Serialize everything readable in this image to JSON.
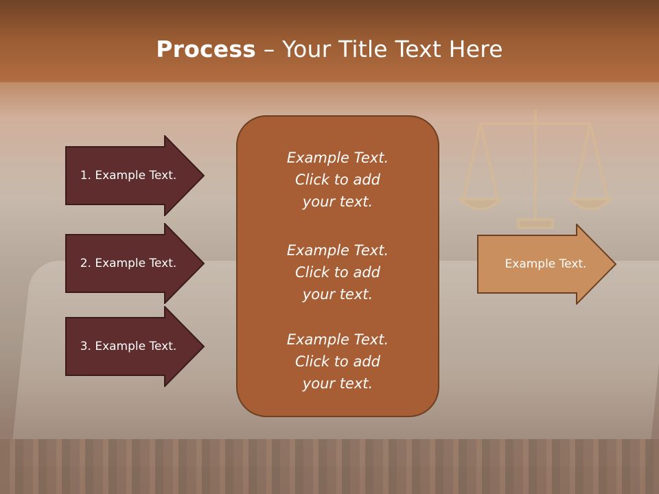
{
  "slide": {
    "title_bold": "Process",
    "title_rest": " – Your Title Text Here",
    "left_arrows": [
      {
        "label": "1. Example Text."
      },
      {
        "label": "2. Example Text."
      },
      {
        "label": "3. Example Text."
      }
    ],
    "center_box": {
      "paragraphs": [
        {
          "lines": [
            "Example Text.",
            "Click  to add",
            "your text."
          ]
        },
        {
          "lines": [
            "Example Text.",
            "Click  to add",
            "your text."
          ]
        },
        {
          "lines": [
            "Example Text.",
            "Click  to add",
            "your text."
          ]
        }
      ]
    },
    "right_arrow": {
      "label": "Example Text."
    }
  },
  "colors": {
    "left_arrow_fill": "#5f2d2d",
    "left_arrow_stroke": "#3a1a1a",
    "center_fill": "#a75e34",
    "right_arrow_fill": "#c98f5e",
    "right_arrow_stroke": "#6b3f22",
    "header_brown": "#9a5c33"
  }
}
